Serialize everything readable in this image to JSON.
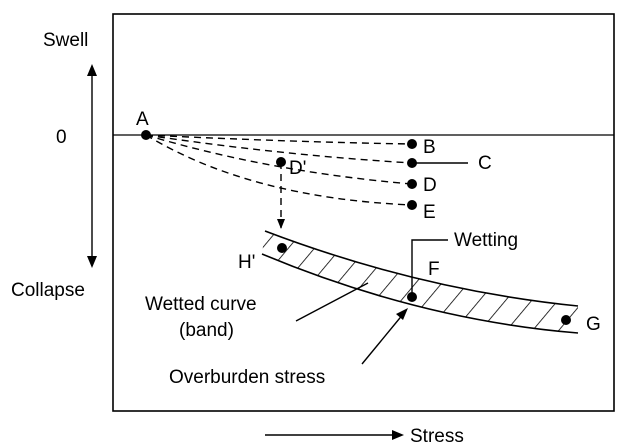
{
  "axis_labels": {
    "y_top": "Swell",
    "y_zero": "0",
    "y_bottom": "Collapse",
    "x": "Stress"
  },
  "points": {
    "A": "A",
    "B": "B",
    "C": "C",
    "D": "D",
    "D_prime": "D'",
    "E": "E",
    "F": "F",
    "G": "G",
    "H_prime": "H'"
  },
  "annotations": {
    "wetting": "Wetting",
    "wetted_curve_line1": "Wetted curve",
    "wetted_curve_line2": "(band)",
    "overburden": "Overburden stress"
  }
}
